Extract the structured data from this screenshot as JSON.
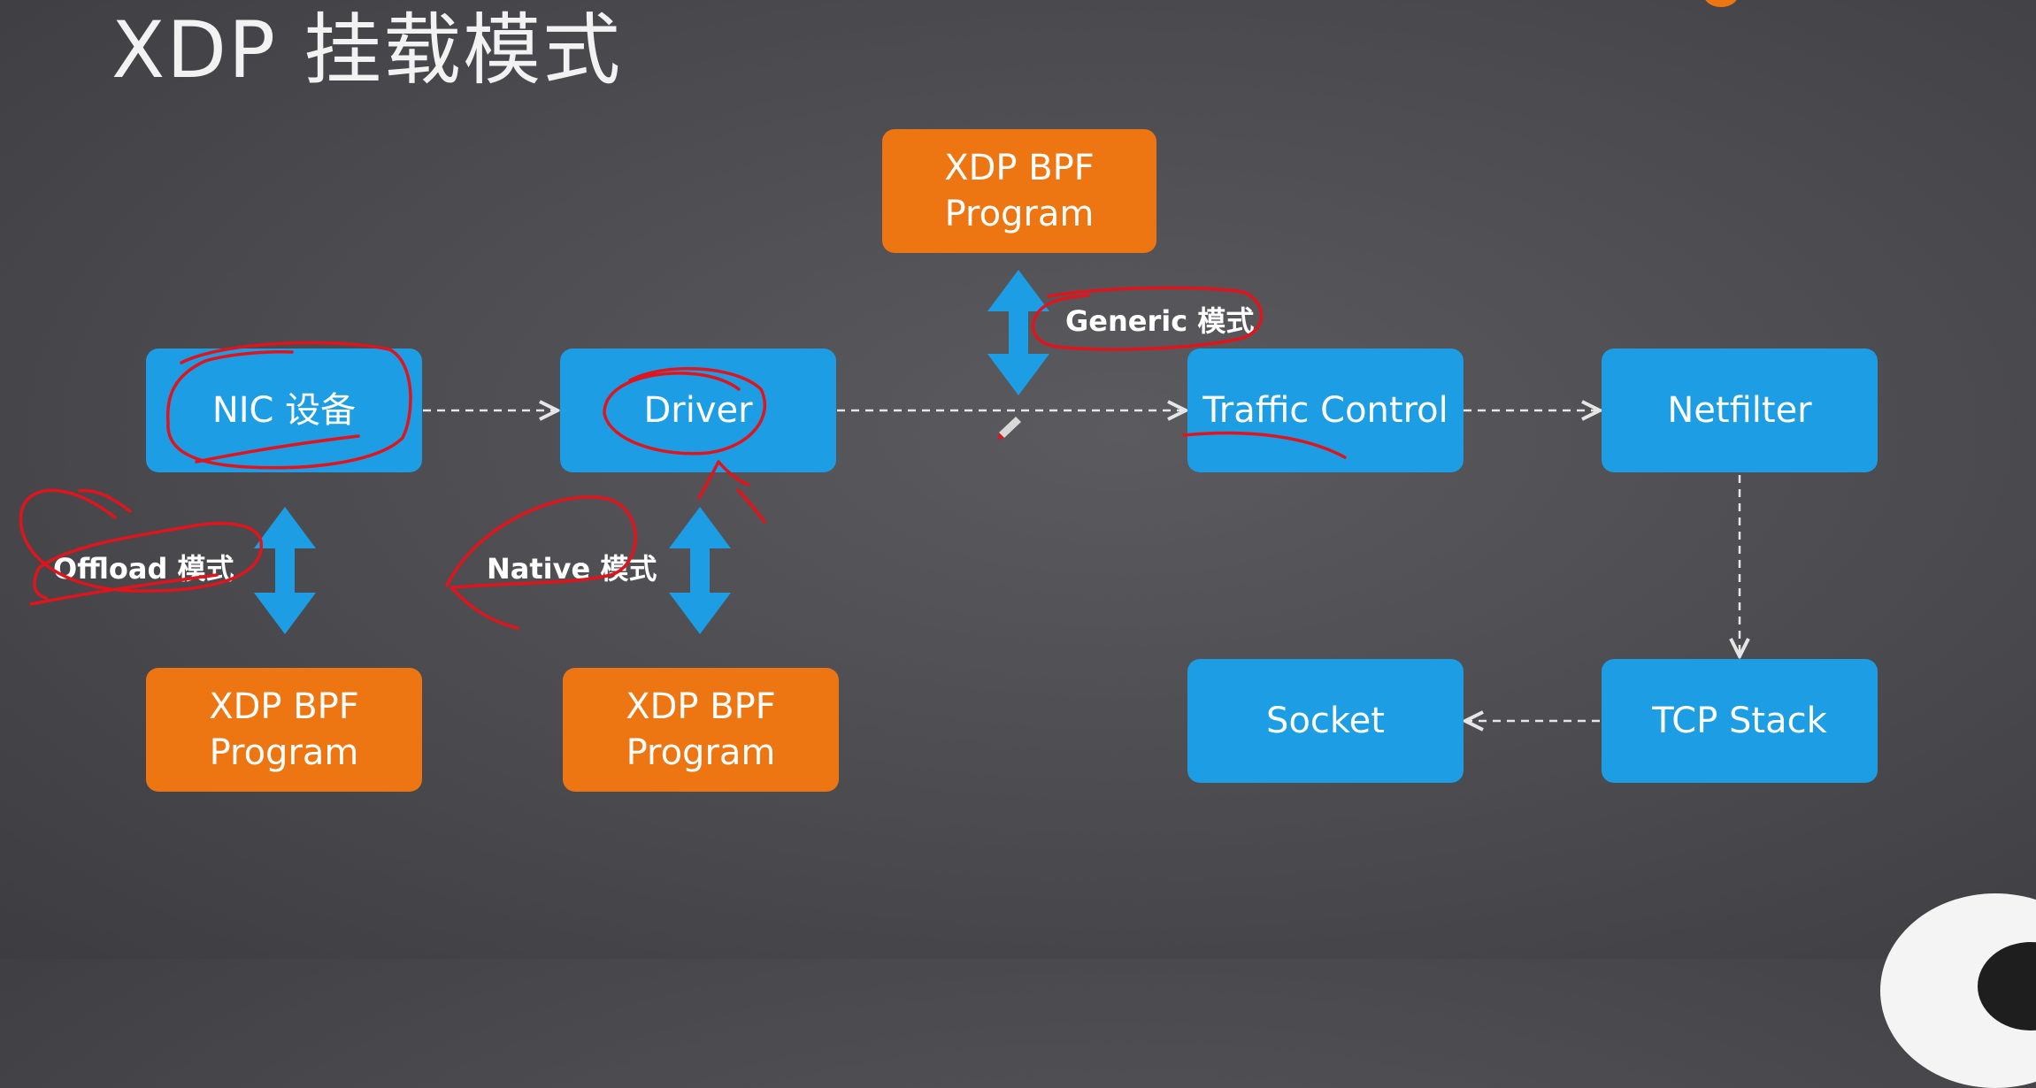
{
  "title": "XDP 挂载模式",
  "nodes": {
    "nic": "NIC 设备",
    "driver": "Driver",
    "traffic_control": "Traffic Control",
    "netfilter": "Netfilter",
    "tcp_stack": "TCP Stack",
    "socket": "Socket",
    "xdp_generic": {
      "line1": "XDP BPF",
      "line2": "Program"
    },
    "xdp_offload": {
      "line1": "XDP BPF",
      "line2": "Program"
    },
    "xdp_native": {
      "line1": "XDP BPF",
      "line2": "Program"
    }
  },
  "modes": {
    "offload": "Offload 模式",
    "native": "Native 模式",
    "generic": "Generic 模式"
  },
  "colors": {
    "blue": "#1c9de4",
    "orange": "#ee7612",
    "annotation": "#e0141c"
  }
}
